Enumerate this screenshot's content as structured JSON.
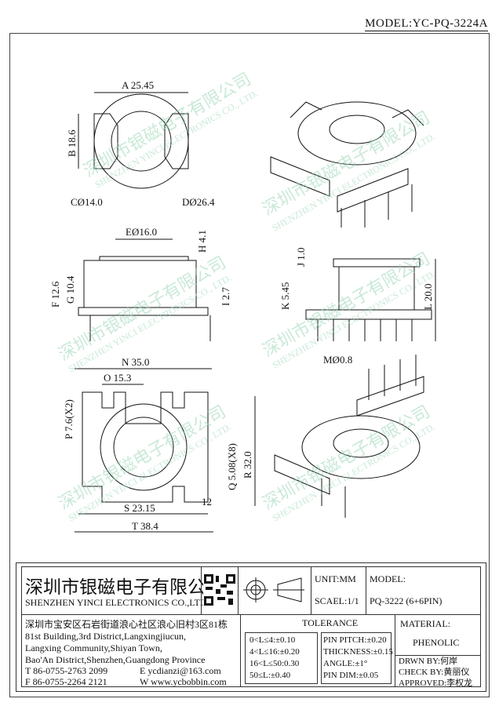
{
  "model_header": "MODEL:YC-PQ-3224A",
  "dimensions": {
    "A": "A 25.45",
    "B": "B 18.6",
    "C": "CØ14.0",
    "D": "DØ26.4",
    "E": "EØ16.0",
    "F": "F 12.6",
    "G": "G 10.4",
    "H": "H 4.1",
    "I": "I 2.7",
    "J": "J 1.0",
    "K": "K 5.45",
    "L": "L 20.0",
    "M": "MØ0.8",
    "N": "N 35.0",
    "O": "O 15.3",
    "P": "P 7.6(X2)",
    "Q": "Q 5.08(X8)",
    "R": "R 32.0",
    "S": "S 23.15",
    "T": "T 38.4",
    "pin12": "12"
  },
  "watermark": {
    "cn": "深圳市银磁电子有限公司",
    "en": "SHENZHEN YINCI ELECTRONICS CO., LTD."
  },
  "title_block": {
    "company_cn": "深圳市银磁电子有限公司",
    "company_en": "SHENZHEN YINCI ELECTRONICS CO.,LTD.",
    "unit": "UNIT:MM",
    "scale": "SCAEL:1/1",
    "model_label": "MODEL:",
    "model_value": "PQ-3222 (6+6PIN)",
    "address": [
      "深圳市宝安区石岩街道浪心社区浪心旧村3区81栋",
      "81st Building,3rd District,Langxingjiucun,",
      "Langxing Community,Shiyan Town,",
      "Bao'An District,Shenzhen,Guangdong Province"
    ],
    "tel": "T 86-0755-2763 2099",
    "email": "E ycdianzi@163.com",
    "fax": "F 86-0755-2264 2121",
    "web": "W www.ycbobbin.com",
    "tolerance_title": "TOLERANCE",
    "tolerance_left": [
      "0<L≤4:±0.10",
      "4<L≤16:±0.20",
      "16<L≤50:0.30",
      "50≤L:±0.40"
    ],
    "tolerance_right": [
      "PIN PITCH:±0.20",
      "THICKNESS:±0.15",
      "ANGLE:±1°",
      "PIN DIM:±0.05"
    ],
    "material_label": "MATERIAL:",
    "material_value": "PHENOLIC",
    "drawn_by": "DRWN BY:何岸",
    "check_by": "CHECK BY:黄丽仪",
    "approved": "APPROVED:李权龙"
  }
}
